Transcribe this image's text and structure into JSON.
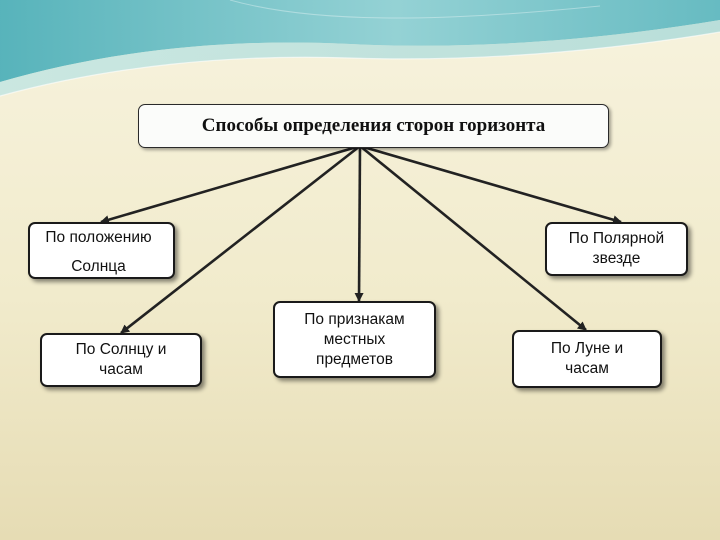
{
  "colors": {
    "background_light": "#f7f3de",
    "background_dark": "#e6dcb4",
    "wave_teal": "#5fb8c0",
    "wave_light": "#a9dcdf",
    "node_border": "#1a1a1a",
    "connector": "#222222"
  },
  "diagram": {
    "root": {
      "label": "Способы определения сторон горизонта"
    },
    "nodes": [
      {
        "id": "sun-position",
        "label": "По положению\nСолнца"
      },
      {
        "id": "polar-star",
        "label": "По Полярной\nзвезде"
      },
      {
        "id": "sun-and-clock",
        "label": "По Солнцу и\nчасам"
      },
      {
        "id": "local-features",
        "label": "По признакам\nместных\nпредметов"
      },
      {
        "id": "moon-and-clock",
        "label": "По Луне и\nчасам"
      }
    ],
    "edges": [
      {
        "from": "root",
        "to": "sun-position"
      },
      {
        "from": "root",
        "to": "polar-star"
      },
      {
        "from": "root",
        "to": "sun-and-clock"
      },
      {
        "from": "root",
        "to": "local-features"
      },
      {
        "from": "root",
        "to": "moon-and-clock"
      }
    ]
  }
}
